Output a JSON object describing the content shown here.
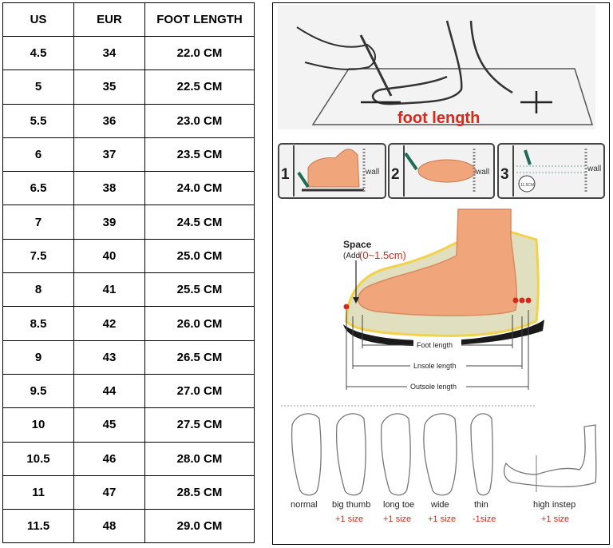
{
  "size_table": {
    "headers": [
      "US",
      "EUR",
      "FOOT LENGTH"
    ],
    "rows": [
      [
        "4.5",
        "34",
        "22.0 CM"
      ],
      [
        "5",
        "35",
        "22.5 CM"
      ],
      [
        "5.5",
        "36",
        "23.0 CM"
      ],
      [
        "6",
        "37",
        "23.5 CM"
      ],
      [
        "6.5",
        "38",
        "24.0 CM"
      ],
      [
        "7",
        "39",
        "24.5 CM"
      ],
      [
        "7.5",
        "40",
        "25.0 CM"
      ],
      [
        "8",
        "41",
        "25.5 CM"
      ],
      [
        "8.5",
        "42",
        "26.0 CM"
      ],
      [
        "9",
        "43",
        "26.5 CM"
      ],
      [
        "9.5",
        "44",
        "27.0 CM"
      ],
      [
        "10",
        "45",
        "27.5 CM"
      ],
      [
        "10.5",
        "46",
        "28.0 CM"
      ],
      [
        "11",
        "47",
        "28.5 CM"
      ],
      [
        "11.5",
        "48",
        "29.0 CM"
      ]
    ]
  },
  "guide": {
    "foot_length_title": "foot length",
    "steps": [
      {
        "number": "1",
        "wall": "wall"
      },
      {
        "number": "2",
        "wall": "wall"
      },
      {
        "number": "3",
        "wall": "wall",
        "ruler_mark": "11.5CM"
      }
    ],
    "space_label": "Space",
    "add_prefix": "(Add",
    "add_range": "(0~1.5cm)",
    "measures": [
      "Foot length",
      "Lnsole length",
      "Outsole length"
    ],
    "foot_types": [
      {
        "name": "normal",
        "adjust": ""
      },
      {
        "name": "big thumb",
        "adjust": "+1 size"
      },
      {
        "name": "long toe",
        "adjust": "+1 size"
      },
      {
        "name": "wide",
        "adjust": "+1 size"
      },
      {
        "name": "thin",
        "adjust": "-1size"
      },
      {
        "name": "high instep",
        "adjust": "+1 size"
      }
    ],
    "colors": {
      "accent_red": "#d42a1e",
      "skin": "#f0a57a",
      "sole": "#1a1a1a"
    }
  }
}
